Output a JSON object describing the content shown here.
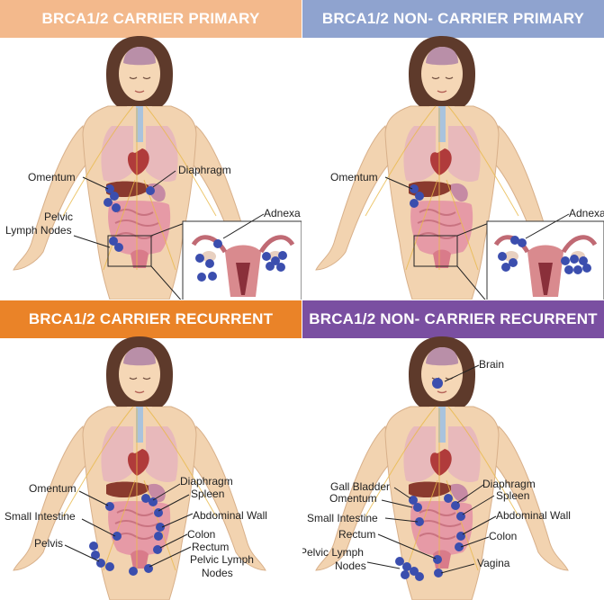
{
  "colors": {
    "carrier_primary": "#f3b98c",
    "noncarrier_primary": "#8fa3cf",
    "carrier_recurrent": "#ea8328",
    "noncarrier_recurrent": "#7a4fa1",
    "metastasis": "#3b4eae"
  },
  "panels": {
    "carrier_primary": {
      "title": "BRCA1/2 CARRIER PRIMARY",
      "labels": {
        "omentum": "Omentum",
        "diaphragm": "Diaphragm",
        "pelvic_lymph_nodes_1": "Pelvic",
        "pelvic_lymph_nodes_2": "Lymph Nodes",
        "adnexa": "Adnexa"
      }
    },
    "noncarrier_primary": {
      "title": "BRCA1/2 NON- CARRIER PRIMARY",
      "labels": {
        "omentum": "Omentum",
        "adnexa": "Adnexa"
      }
    },
    "carrier_recurrent": {
      "title": "BRCA1/2 CARRIER RECURRENT",
      "labels": {
        "omentum": "Omentum",
        "small_intestine": "Small Intestine",
        "pelvis": "Pelvis",
        "diaphragm": "Diaphragm",
        "spleen": "Spleen",
        "abdominal_wall": "Abdominal Wall",
        "colon": "Colon",
        "rectum": "Rectum",
        "pelvic_lymph_nodes_1": "Pelvic Lymph",
        "pelvic_lymph_nodes_2": "Nodes"
      }
    },
    "noncarrier_recurrent": {
      "title": "BRCA1/2 NON- CARRIER RECURRENT",
      "labels": {
        "brain": "Brain",
        "gall_bladder": "Gall Bladder",
        "omentum": "Omentum",
        "small_intestine": "Small Intestine",
        "rectum": "Rectum",
        "pelvic_lymph_nodes_1": "Pelvic Lymph",
        "pelvic_lymph_nodes_2": "Nodes",
        "diaphragm": "Diaphragm",
        "spleen": "Spleen",
        "abdominal_wall": "Abdominal Wall",
        "colon": "Colon",
        "vagina": "Vagina"
      }
    }
  }
}
